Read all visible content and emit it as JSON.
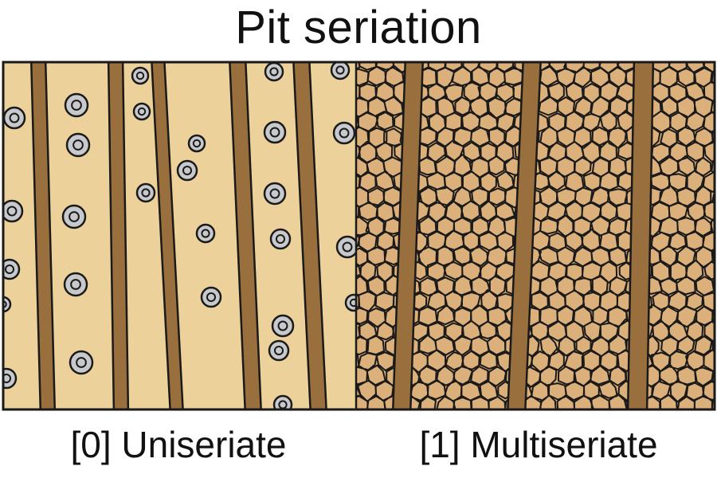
{
  "title": "Pit seriation",
  "panels": [
    {
      "label": "[0] Uniseriate"
    },
    {
      "label": "[1] Multiseriate"
    }
  ],
  "colors": {
    "background_light": "#ecd29a",
    "background_pitted": "#dcb07a",
    "wall_brown": "#9a6f3e",
    "pit_fill": "#c8c9cc",
    "outline": "#1a1a1a"
  }
}
